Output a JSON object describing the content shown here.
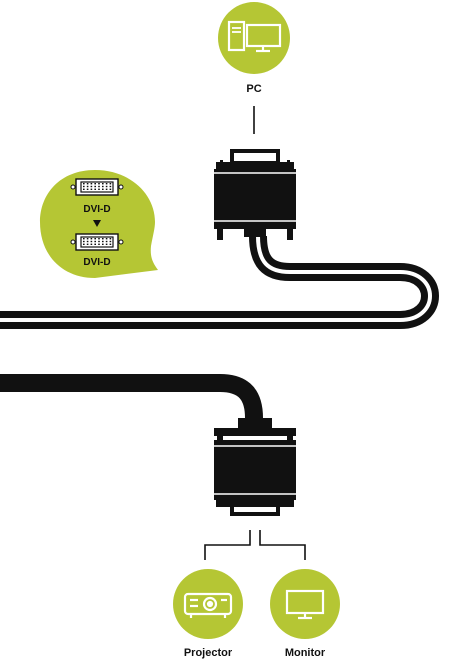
{
  "colors": {
    "accent": "#b5c634",
    "ink": "#111111",
    "background": "#ffffff"
  },
  "source": {
    "label": "PC",
    "icon": "desktop-pc-icon"
  },
  "callout": {
    "from_label": "DVI-D",
    "to_label": "DVI-D",
    "from_icon": "dvi-port-icon",
    "to_icon": "dvi-port-icon",
    "arrow_icon": "arrow-down-icon"
  },
  "outputs": [
    {
      "label": "Projector",
      "icon": "projector-icon"
    },
    {
      "label": "Monitor",
      "icon": "monitor-icon"
    }
  ]
}
